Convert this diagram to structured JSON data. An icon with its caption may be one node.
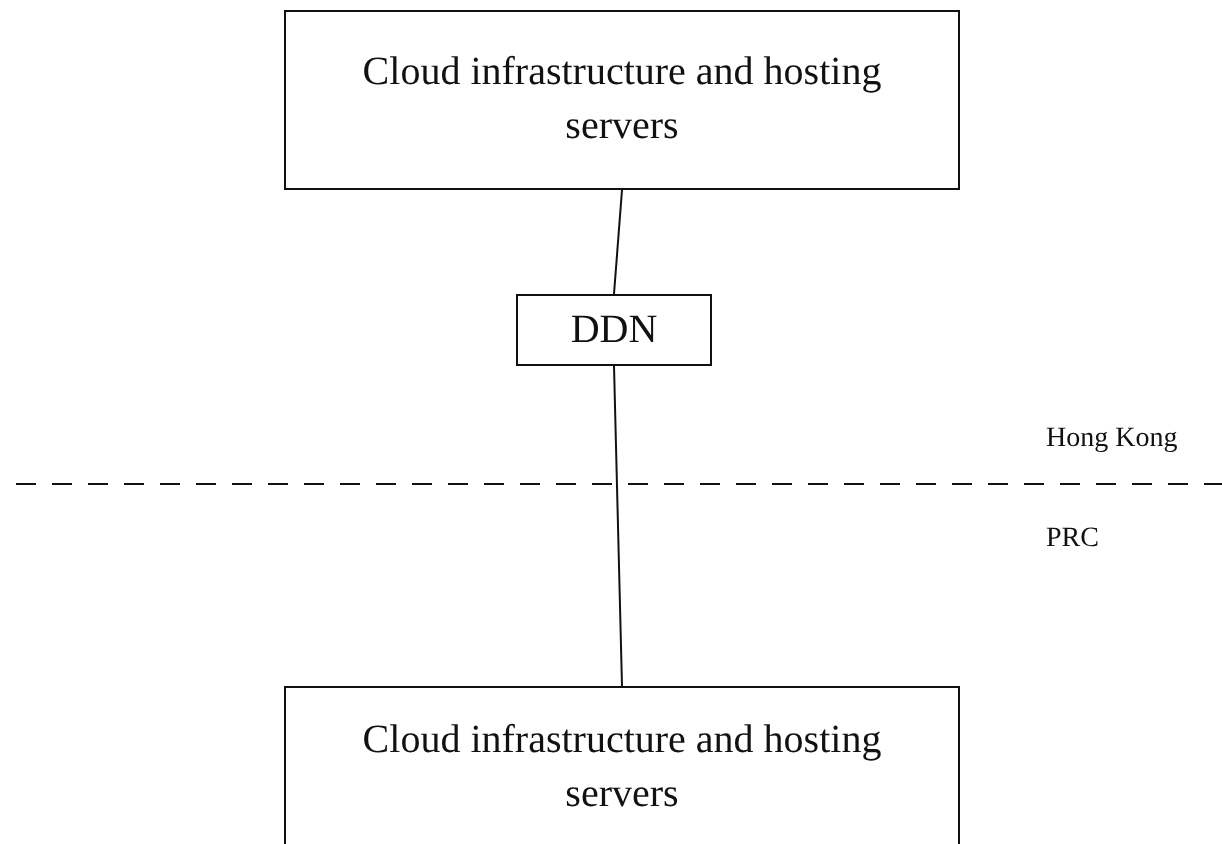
{
  "diagram": {
    "nodes": [
      {
        "text": [
          "Cloud infrastructure and hosting servers"
        ]
      },
      {
        "text": [
          "DDN"
        ]
      },
      {
        "text": [
          "Cloud infrastructure and hosting servers"
        ]
      }
    ],
    "edges": [
      {
        "from": 0,
        "to": 1,
        "arrow": "none"
      },
      {
        "from": 1,
        "to": 2,
        "arrow": "none"
      }
    ],
    "labels": [
      "Hong Kong",
      "PRC"
    ]
  }
}
